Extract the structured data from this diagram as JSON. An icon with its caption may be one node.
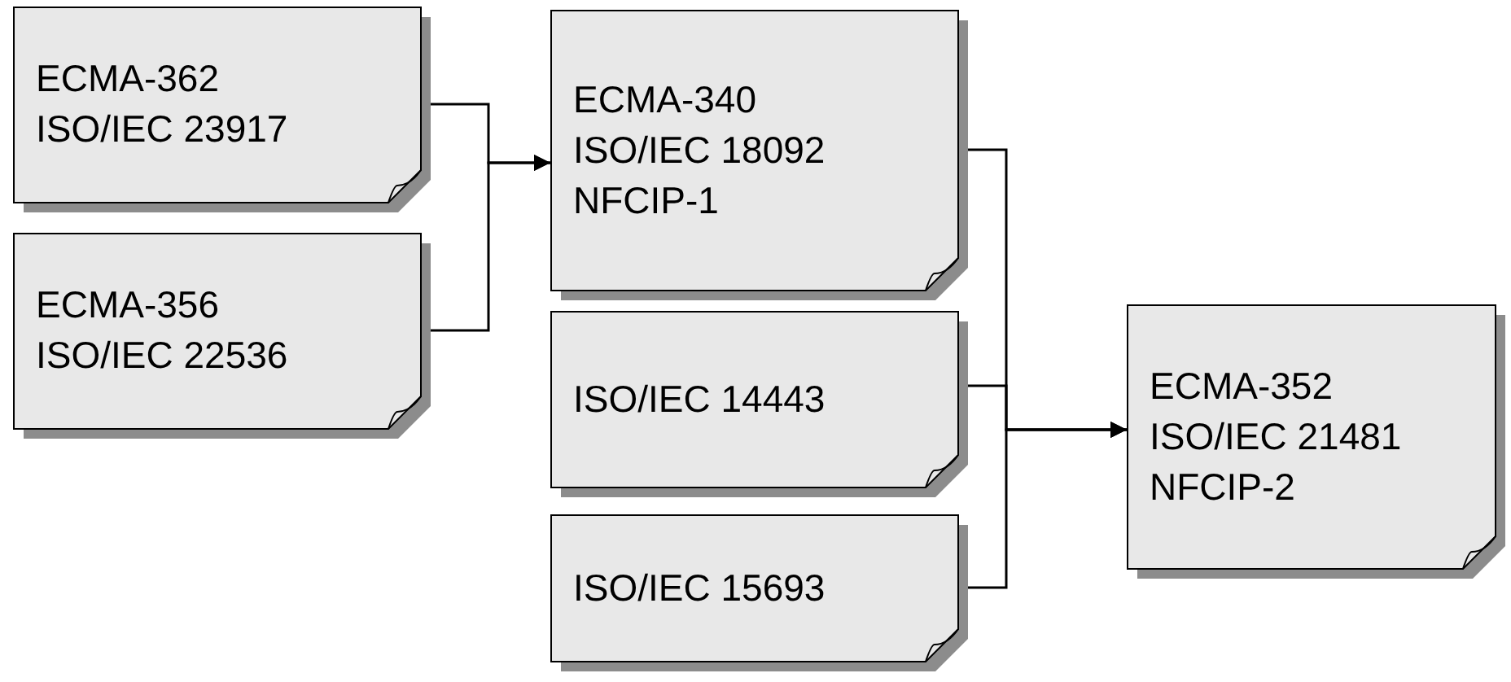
{
  "diagram": {
    "nodes": [
      {
        "text": [
          "ECMA-362",
          "ISO/IEC 23917"
        ]
      },
      {
        "text": [
          "ECMA-356",
          "ISO/IEC 22536"
        ]
      },
      {
        "text": [
          "ECMA-340",
          "ISO/IEC 18092",
          "NFCIP-1"
        ]
      },
      {
        "text": [
          "ISO/IEC 14443"
        ]
      },
      {
        "text": [
          "ISO/IEC 15693"
        ]
      },
      {
        "text": [
          "ECMA-352",
          "ISO/IEC 21481",
          "NFCIP-2"
        ]
      }
    ],
    "edges": [
      {
        "from": 0,
        "to": 2,
        "arrow": "to"
      },
      {
        "from": 1,
        "to": 2,
        "arrow": "to"
      },
      {
        "from": 2,
        "to": 5,
        "arrow": "to"
      },
      {
        "from": 3,
        "to": 5,
        "arrow": "to"
      },
      {
        "from": 4,
        "to": 5,
        "arrow": "to"
      }
    ]
  }
}
